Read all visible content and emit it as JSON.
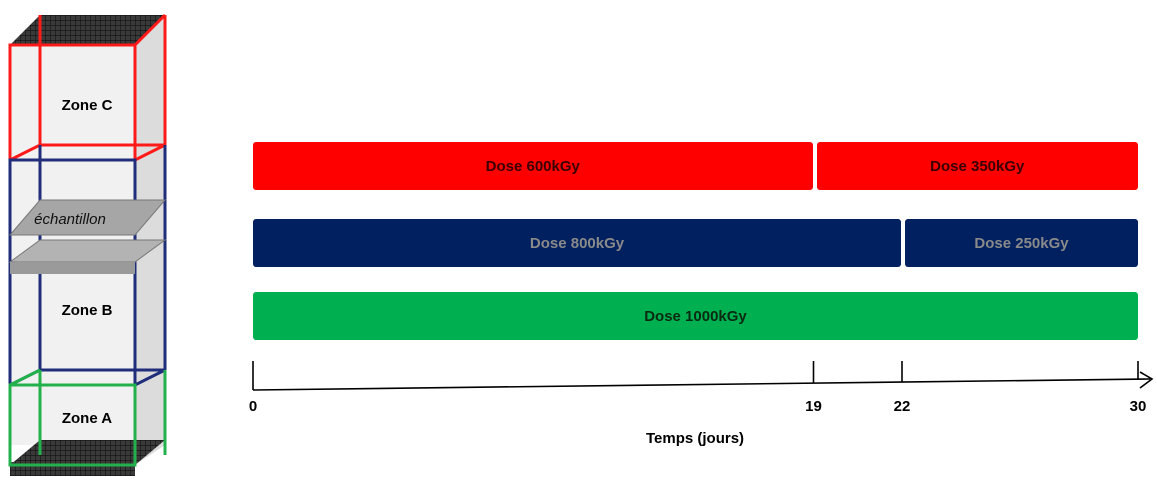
{
  "stack": {
    "zones": [
      {
        "id": "C",
        "label": "Zone C",
        "color": "#ff1a1a"
      },
      {
        "id": "B",
        "label": "Zone B",
        "color": "#1f2d7a"
      },
      {
        "id": "A",
        "label": "Zone A",
        "color": "#22b14c"
      }
    ],
    "sample_label": "échantillon",
    "sample_color": "#a6a6a6"
  },
  "timeline": {
    "rows": [
      {
        "zone": "C",
        "color": "#ff0000",
        "text_color": "#3a0000",
        "segments": [
          {
            "label": "Dose 600kGy",
            "start": 0,
            "end": 19
          },
          {
            "label": "Dose 350kGy",
            "start": 19,
            "end": 30
          }
        ]
      },
      {
        "zone": "B",
        "color": "#002060",
        "text_color": "#8a8a8a",
        "segments": [
          {
            "label": "Dose 800kGy",
            "start": 0,
            "end": 22
          },
          {
            "label": "Dose 250kGy",
            "start": 22,
            "end": 30
          }
        ]
      },
      {
        "zone": "A",
        "color": "#00b050",
        "text_color": "#0a2a12",
        "segments": [
          {
            "label": "Dose 1000kGy",
            "start": 0,
            "end": 30
          }
        ]
      }
    ],
    "ticks": [
      {
        "value": 0,
        "label": "0"
      },
      {
        "value": 19,
        "label": "19"
      },
      {
        "value": 22,
        "label": "22"
      },
      {
        "value": 30,
        "label": "30"
      }
    ],
    "axis_label": "Temps (jours)",
    "range": [
      0,
      30
    ]
  }
}
